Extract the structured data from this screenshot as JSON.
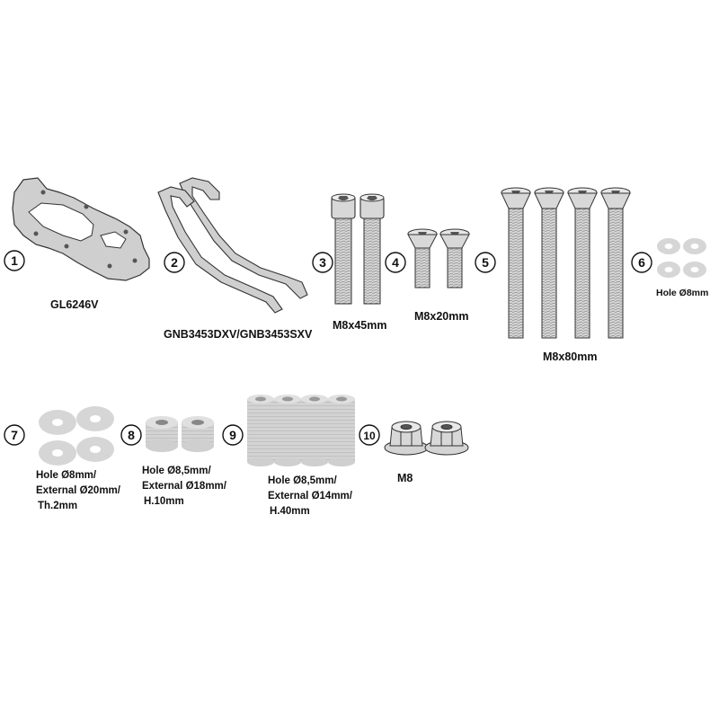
{
  "parts": [
    {
      "number": "1",
      "label": "GL6246V"
    },
    {
      "number": "2",
      "label": "GNB3453DXV/GNB3453SXV"
    },
    {
      "number": "3",
      "label": "M8x45mm"
    },
    {
      "number": "4",
      "label": "M8x20mm"
    },
    {
      "number": "5",
      "label": "M8x80mm"
    },
    {
      "number": "6",
      "label": "Hole Ø8mm"
    },
    {
      "number": "7",
      "label_lines": [
        "Hole Ø8mm/",
        "External Ø20mm/",
        "Th.2mm"
      ]
    },
    {
      "number": "8",
      "label_lines": [
        "Hole Ø8,5mm/",
        "External Ø18mm/",
        "H.10mm"
      ]
    },
    {
      "number": "9",
      "label_lines": [
        "Hole Ø8,5mm/",
        "External Ø14mm/",
        "H.40mm"
      ]
    },
    {
      "number": "10",
      "label": "M8"
    }
  ],
  "colors": {
    "part_fill": "#d0d0d0",
    "part_fill_light": "#e2e2e2",
    "outline": "#333333",
    "text": "#111111"
  }
}
